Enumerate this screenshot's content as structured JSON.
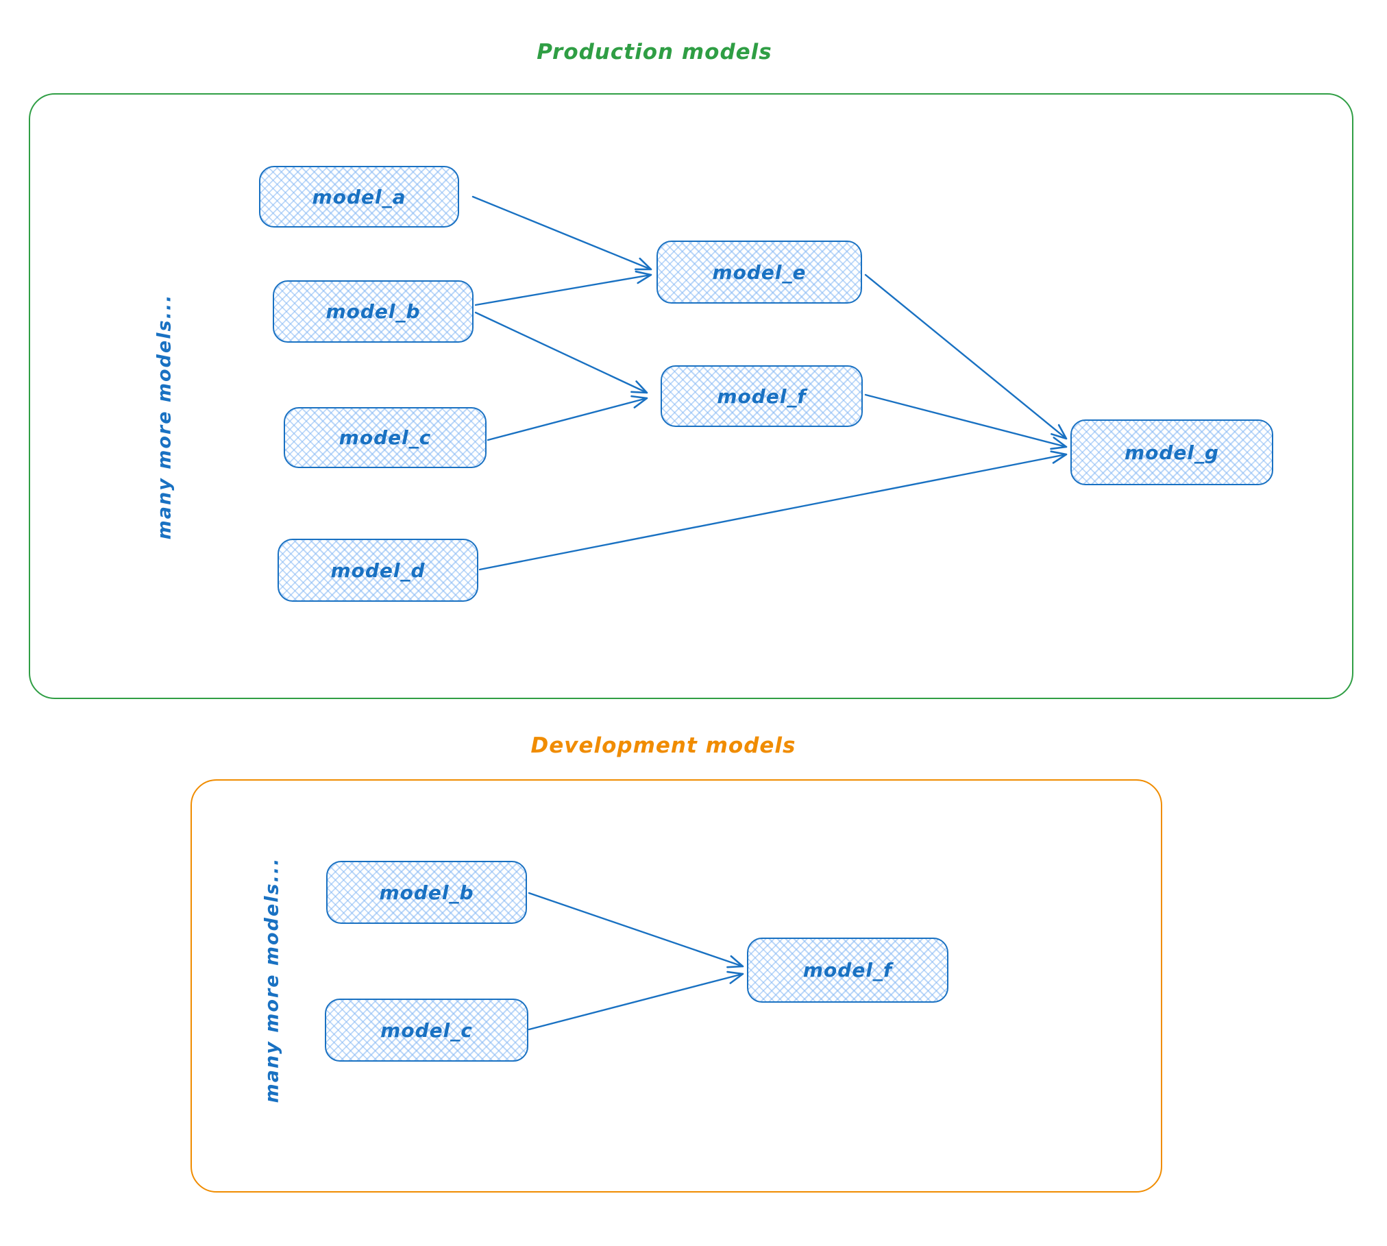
{
  "style": {
    "node_stroke": "#1971c2",
    "node_fill_hatch": "#a5d8ff",
    "production_accent": "#2f9e44",
    "development_accent": "#f08c00",
    "label_color": "#1971c2"
  },
  "sections": [
    {
      "id": "production",
      "title": "Production models",
      "side_label": "many more models...",
      "nodes": [
        {
          "id": "model_a",
          "label": "model_a"
        },
        {
          "id": "model_b",
          "label": "model_b"
        },
        {
          "id": "model_c",
          "label": "model_c"
        },
        {
          "id": "model_d",
          "label": "model_d"
        },
        {
          "id": "model_e",
          "label": "model_e"
        },
        {
          "id": "model_f",
          "label": "model_f"
        },
        {
          "id": "model_g",
          "label": "model_g"
        }
      ],
      "edges": [
        {
          "from": "model_a",
          "to": "model_e"
        },
        {
          "from": "model_b",
          "to": "model_e"
        },
        {
          "from": "model_b",
          "to": "model_f"
        },
        {
          "from": "model_c",
          "to": "model_f"
        },
        {
          "from": "model_e",
          "to": "model_g"
        },
        {
          "from": "model_f",
          "to": "model_g"
        },
        {
          "from": "model_d",
          "to": "model_g"
        }
      ]
    },
    {
      "id": "development",
      "title": "Development models",
      "side_label": "many more models...",
      "nodes": [
        {
          "id": "model_b",
          "label": "model_b"
        },
        {
          "id": "model_c",
          "label": "model_c"
        },
        {
          "id": "model_f",
          "label": "model_f"
        }
      ],
      "edges": [
        {
          "from": "model_b",
          "to": "model_f"
        },
        {
          "from": "model_c",
          "to": "model_f"
        }
      ]
    }
  ]
}
